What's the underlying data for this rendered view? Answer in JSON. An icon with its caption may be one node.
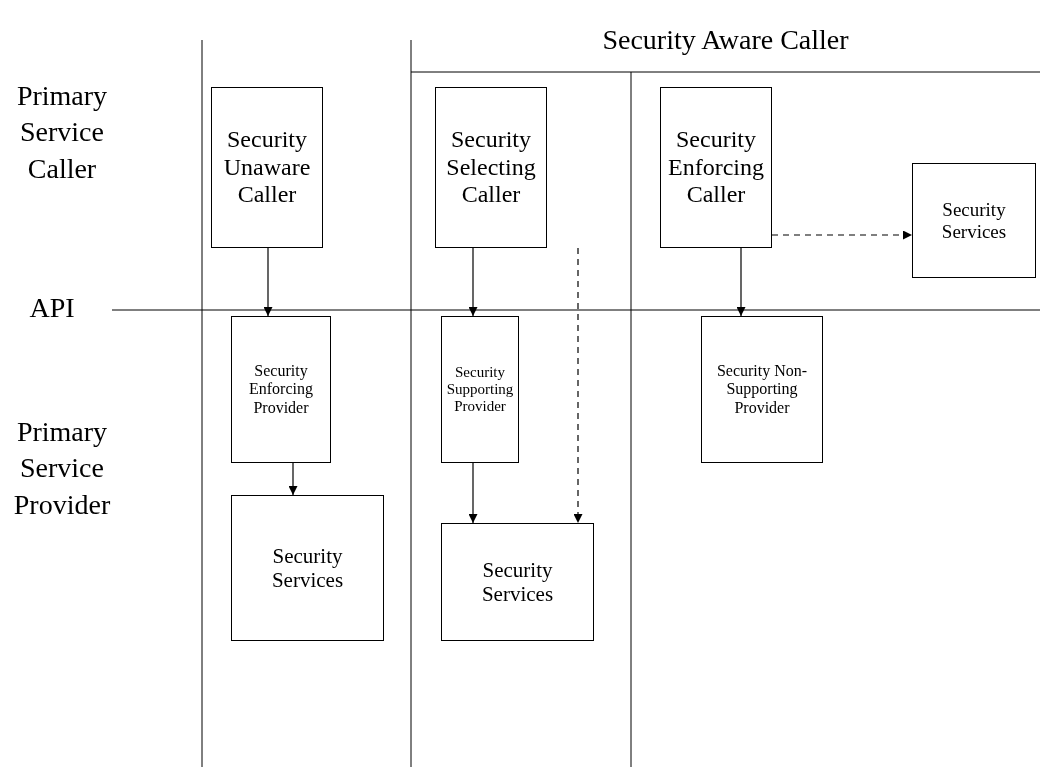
{
  "diagram": {
    "nodes": [
      {
        "text": [
          "Security Unaware Caller"
        ]
      },
      {
        "text": [
          "Security Selecting Caller"
        ]
      },
      {
        "text": [
          "Security Enforcing Caller"
        ]
      },
      {
        "text": [
          "Security Services"
        ]
      },
      {
        "text": [
          "Security Enforcing Provider"
        ]
      },
      {
        "text": [
          "Security Supporting Provider"
        ]
      },
      {
        "text": [
          "Security Non-Supporting Provider"
        ]
      },
      {
        "text": [
          "Security Services"
        ]
      },
      {
        "text": [
          "Security Services"
        ]
      }
    ],
    "edges": [
      {
        "from": 0,
        "to": 4,
        "arrow": "to"
      },
      {
        "from": 4,
        "to": 7,
        "arrow": "to"
      },
      {
        "from": 1,
        "to": 5,
        "arrow": "to"
      },
      {
        "from": 5,
        "to": 8,
        "arrow": "to"
      },
      {
        "from": 1,
        "to": 8,
        "arrow": "to",
        "style": "dashed"
      },
      {
        "from": 2,
        "to": 6,
        "arrow": "to"
      },
      {
        "from": 2,
        "to": 3,
        "arrow": "to",
        "style": "dashed"
      }
    ],
    "labels": [
      "Security Aware Caller",
      "Primary Service Caller",
      "API",
      "Primary Service Provider"
    ]
  }
}
